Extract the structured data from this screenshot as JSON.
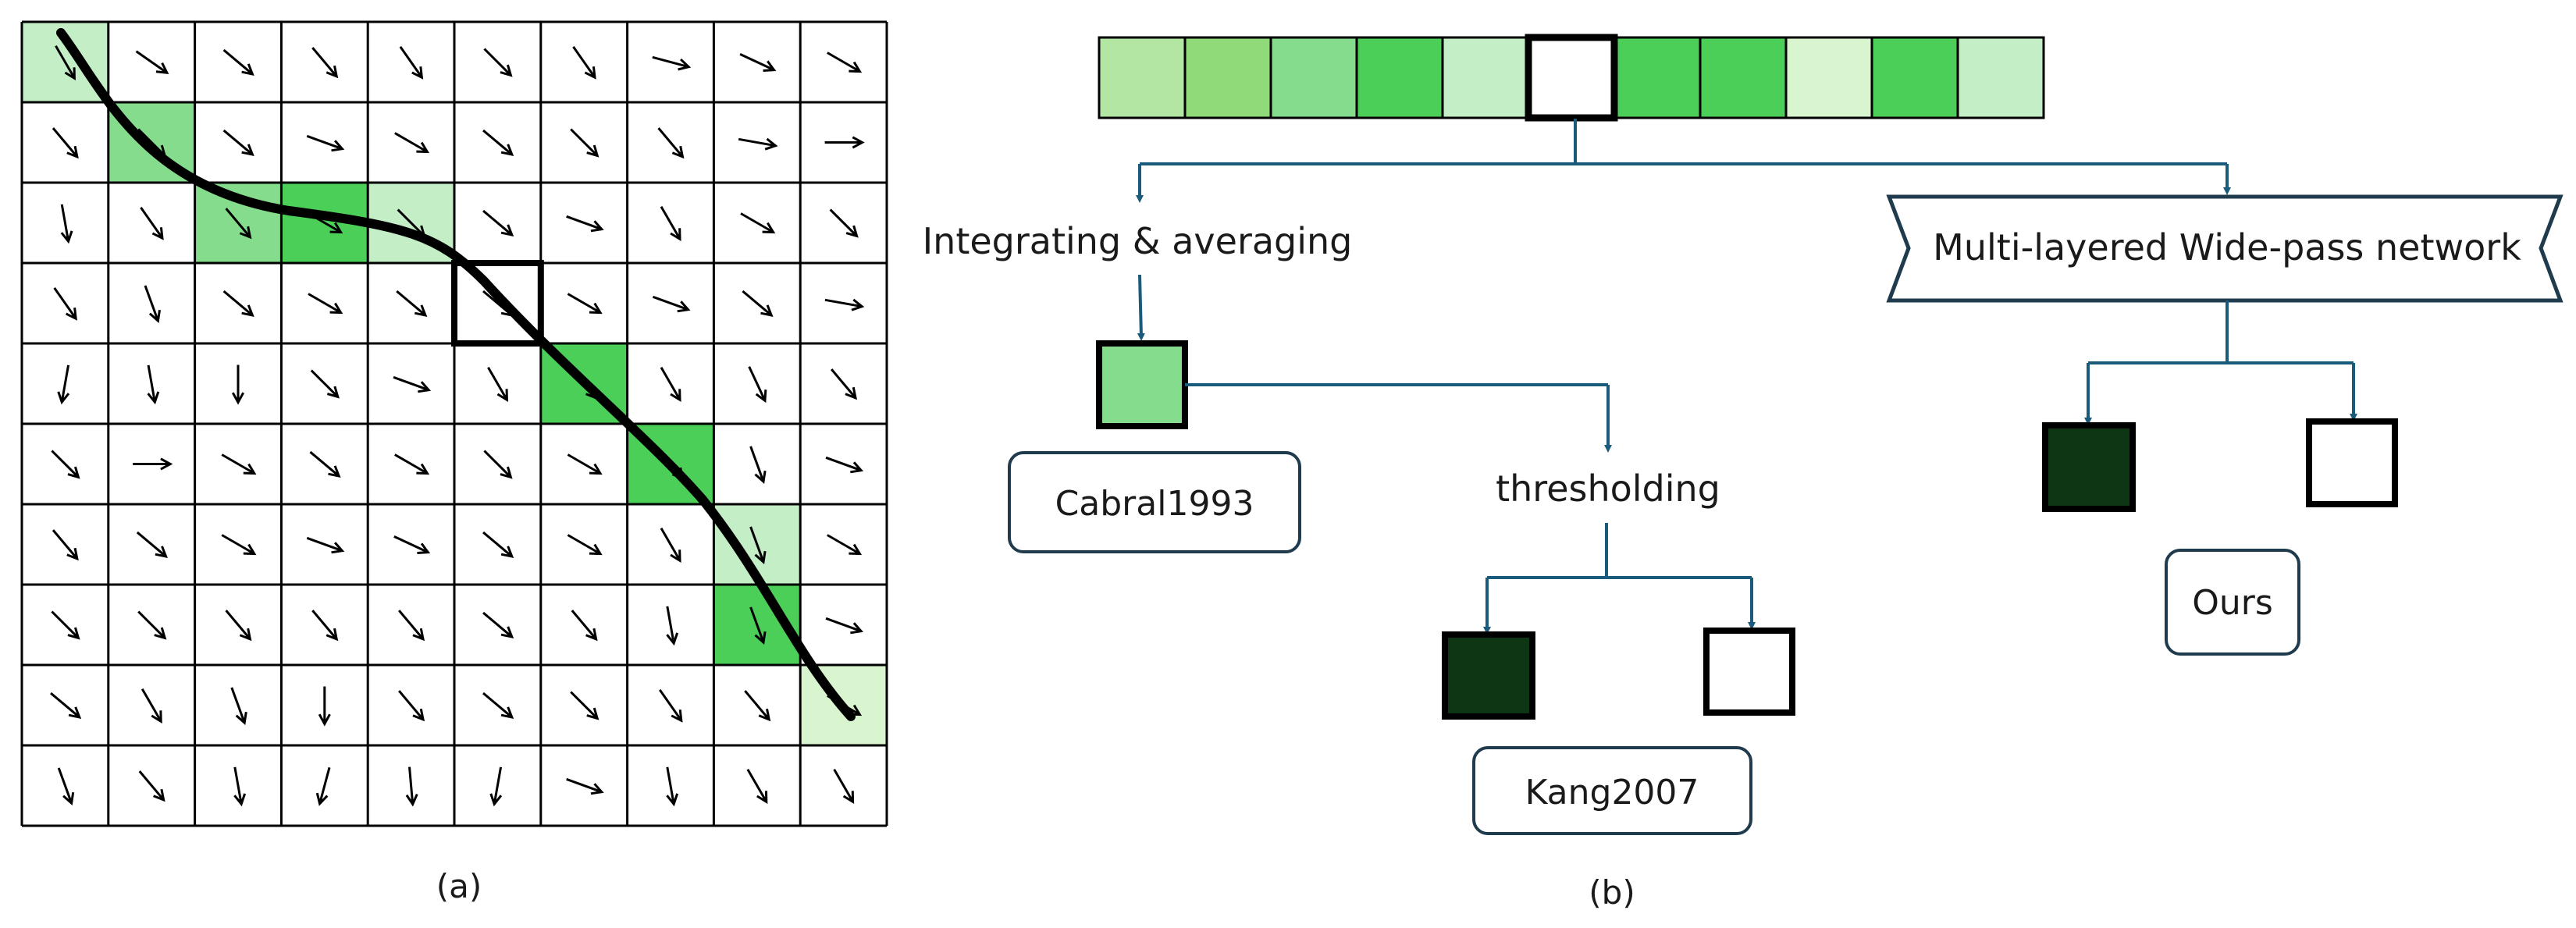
{
  "panel_a": {
    "caption": "(a)",
    "grid": {
      "rows": 10,
      "cols": 10
    },
    "colors": {
      "c1": "#c4eec6",
      "c2": "#85dc8c",
      "c3": "#4bcf59",
      "c4": "#b4e6a3",
      "c5": "#d8f5d0",
      "line": "#000000"
    },
    "highlighted_cells": [
      {
        "row": 0,
        "col": 0,
        "color": "c1"
      },
      {
        "row": 1,
        "col": 1,
        "color": "c2"
      },
      {
        "row": 2,
        "col": 2,
        "color": "c2"
      },
      {
        "row": 2,
        "col": 3,
        "color": "c3"
      },
      {
        "row": 2,
        "col": 4,
        "color": "c1"
      },
      {
        "row": 4,
        "col": 6,
        "color": "c3"
      },
      {
        "row": 5,
        "col": 7,
        "color": "c3"
      },
      {
        "row": 6,
        "col": 8,
        "color": "c1"
      },
      {
        "row": 7,
        "col": 8,
        "color": "c3"
      },
      {
        "row": 8,
        "col": 9,
        "color": "c5"
      }
    ],
    "focus_cell": {
      "row": 3,
      "col": 5
    },
    "arrow_angles_deg": [
      [
        60,
        35,
        40,
        50,
        55,
        45,
        55,
        15,
        25,
        30
      ],
      [
        50,
        45,
        40,
        20,
        30,
        40,
        45,
        50,
        10,
        0
      ],
      [
        80,
        55,
        50,
        30,
        45,
        40,
        20,
        60,
        30,
        45
      ],
      [
        55,
        70,
        40,
        30,
        40,
        40,
        30,
        20,
        40,
        10
      ],
      [
        100,
        80,
        90,
        45,
        20,
        60,
        50,
        60,
        65,
        50
      ],
      [
        45,
        0,
        30,
        40,
        30,
        45,
        30,
        50,
        70,
        20
      ],
      [
        50,
        40,
        30,
        20,
        25,
        40,
        30,
        60,
        70,
        30
      ],
      [
        45,
        45,
        50,
        50,
        50,
        40,
        50,
        80,
        70,
        20
      ],
      [
        40,
        60,
        70,
        90,
        50,
        40,
        45,
        55,
        50,
        30
      ],
      [
        70,
        50,
        80,
        105,
        85,
        100,
        20,
        80,
        60,
        60
      ]
    ]
  },
  "panel_b": {
    "caption": "(b)",
    "strip_colors": [
      "#b4e6a3",
      "#91da79",
      "#85dc8c",
      "#4bcf59",
      "#c4eec6",
      "#ffffff",
      "#4bcf59",
      "#4bcf59",
      "#d8f5d0",
      "#4bcf59",
      "#c4eec6"
    ],
    "strip_focus_index": 5,
    "line_color": "#1a5a7a",
    "dark_fill": "#0e3514",
    "white_fill": "#ffffff",
    "labels": {
      "integrating": "Integrating & averaging",
      "thresholding": "thresholding",
      "multilayer": "Multi-layered Wide-pass network"
    },
    "boxes": {
      "cabral": "Cabral1993",
      "kang": "Kang2007",
      "ours": "Ours"
    },
    "averaged_fill": "#85dc8c"
  }
}
